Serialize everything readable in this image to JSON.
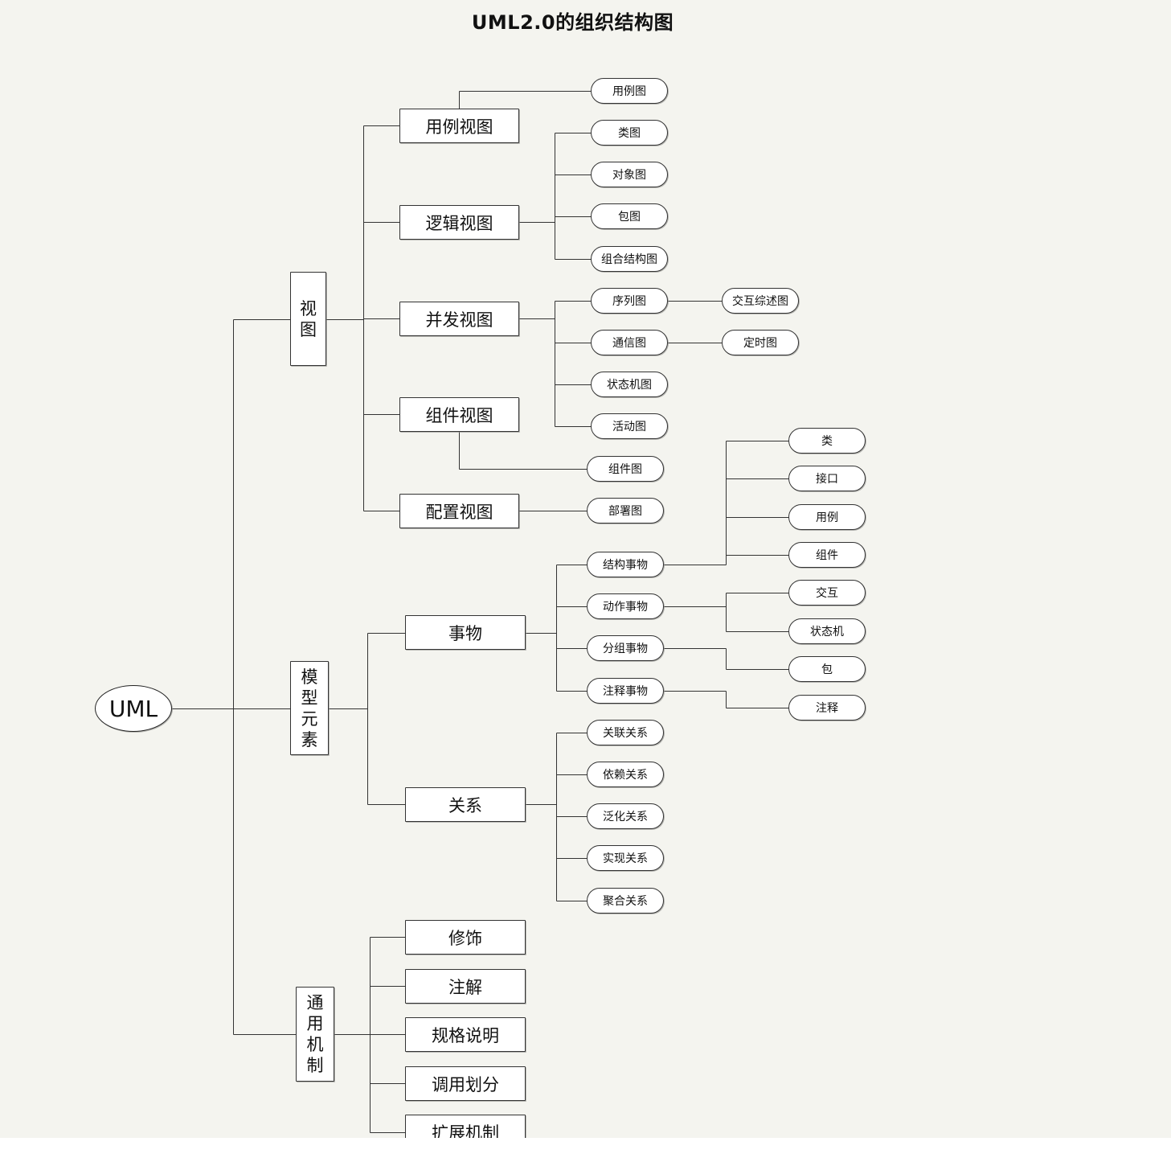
{
  "title": "UML2.0的组织结构图",
  "root": {
    "label": "UML"
  },
  "branches": [
    {
      "label": "视图",
      "children": [
        {
          "label": "用例视图",
          "leaves": [
            {
              "label": "用例图"
            }
          ]
        },
        {
          "label": "逻辑视图",
          "leaves": [
            {
              "label": "类图"
            },
            {
              "label": "对象图"
            },
            {
              "label": "包图"
            },
            {
              "label": "组合结构图"
            }
          ]
        },
        {
          "label": "并发视图",
          "leaves": [
            {
              "label": "序列图",
              "children": [
                {
                  "label": "交互综述图"
                }
              ]
            },
            {
              "label": "通信图",
              "children": [
                {
                  "label": "定时图"
                }
              ]
            },
            {
              "label": "状态机图"
            },
            {
              "label": "活动图"
            }
          ]
        },
        {
          "label": "组件视图",
          "leaves": [
            {
              "label": "组件图"
            }
          ]
        },
        {
          "label": "配置视图",
          "leaves": [
            {
              "label": "部署图"
            }
          ]
        }
      ]
    },
    {
      "label": "模型元素",
      "children": [
        {
          "label": "事物",
          "leaves": [
            {
              "label": "结构事物",
              "children": [
                {
                  "label": "类"
                },
                {
                  "label": "接口"
                },
                {
                  "label": "用例"
                },
                {
                  "label": "组件"
                }
              ]
            },
            {
              "label": "动作事物",
              "children": [
                {
                  "label": "交互"
                },
                {
                  "label": "状态机"
                }
              ]
            },
            {
              "label": "分组事物",
              "children": [
                {
                  "label": "包"
                }
              ]
            },
            {
              "label": "注释事物",
              "children": [
                {
                  "label": "注释"
                }
              ]
            }
          ]
        },
        {
          "label": "关系",
          "leaves": [
            {
              "label": "关联关系"
            },
            {
              "label": "依赖关系"
            },
            {
              "label": "泛化关系"
            },
            {
              "label": "实现关系"
            },
            {
              "label": "聚合关系"
            }
          ]
        }
      ]
    },
    {
      "label": "通用机制",
      "children": [
        {
          "label": "修饰"
        },
        {
          "label": "注解"
        },
        {
          "label": "规格说明"
        },
        {
          "label": "调用划分"
        },
        {
          "label": "扩展机制"
        }
      ]
    }
  ]
}
